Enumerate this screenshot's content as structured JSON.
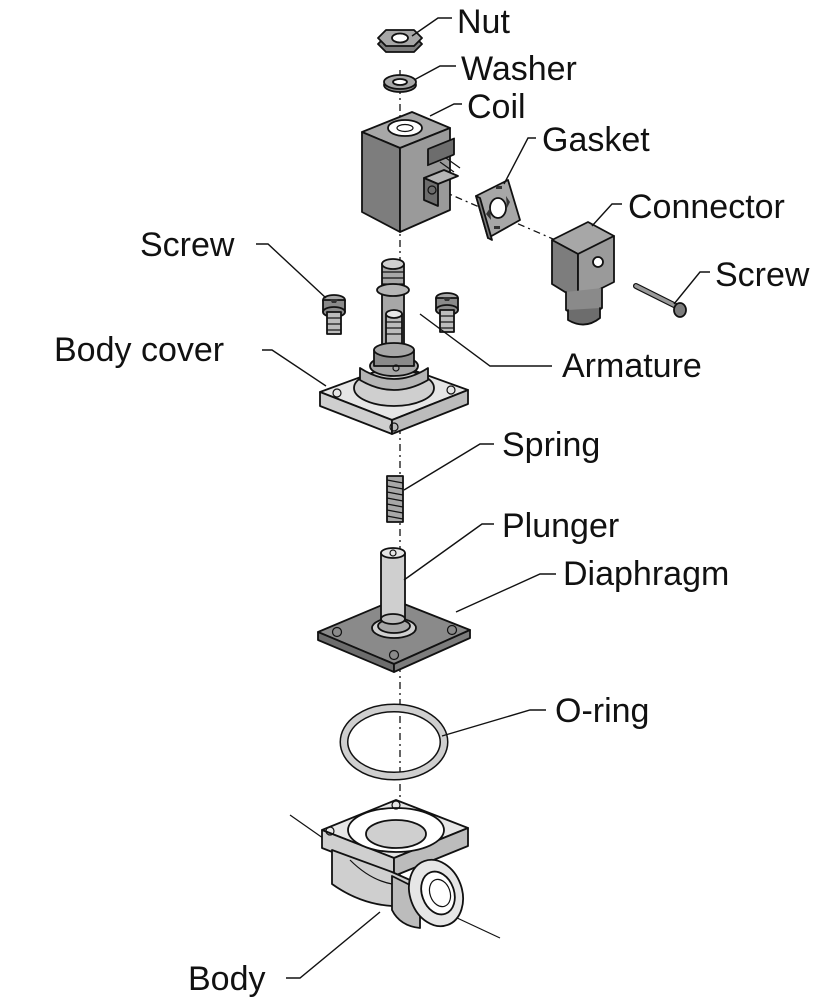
{
  "labels": {
    "nut": "Nut",
    "washer": "Washer",
    "coil": "Coil",
    "gasket": "Gasket",
    "connector": "Connector",
    "screw_connector": "Screw",
    "screw_cover": "Screw",
    "body_cover": "Body cover",
    "armature": "Armature",
    "spring": "Spring",
    "plunger": "Plunger",
    "diaphragm": "Diaphragm",
    "o_ring": "O-ring",
    "body": "Body"
  },
  "colors": {
    "part_dark": "#7d7d7d",
    "part_mid": "#a7a7a7",
    "part_light": "#e6e6e6",
    "line": "#111111",
    "background": "#ffffff"
  }
}
